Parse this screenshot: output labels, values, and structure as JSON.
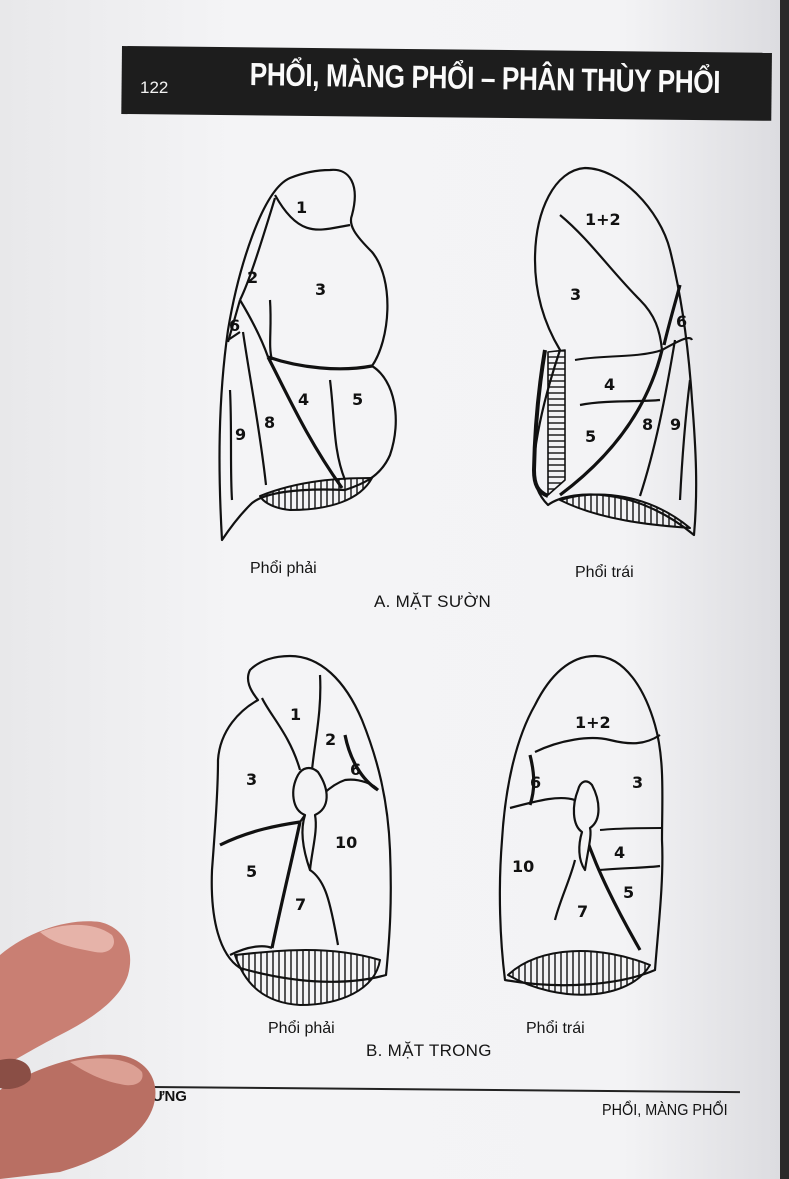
{
  "header": {
    "page_number": "122",
    "title": "PHỔI, MÀNG PHỔI – PHÂN THÙY PHỔI"
  },
  "section_a": {
    "label": "A.  MẶT SƯỜN",
    "right_lung_caption": "Phổi phải",
    "left_lung_caption": "Phổi trái",
    "right_lung_segments": [
      "1",
      "2",
      "3",
      "6",
      "4",
      "5",
      "8",
      "9"
    ],
    "left_lung_segments": [
      "1+2",
      "3",
      "6",
      "4",
      "5",
      "8",
      "9"
    ]
  },
  "section_b": {
    "label": "B.  MẶT TRONG",
    "right_lung_caption": "Phổi phải",
    "left_lung_caption": "Phổi trái",
    "right_lung_segments": [
      "1",
      "2",
      "6",
      "3",
      "10",
      "5",
      "7"
    ],
    "left_lung_segments": [
      "1+2",
      "6",
      "3",
      "4",
      "10",
      "5",
      "7"
    ]
  },
  "footer": {
    "left_text": "ƯNG",
    "right_text": "PHỔI, MÀNG PHỔI"
  }
}
